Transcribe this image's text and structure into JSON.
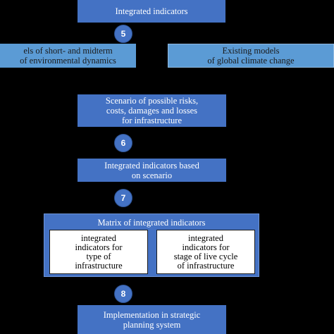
{
  "nodes": {
    "integrated_indicators": "Integrated indicators",
    "short_midterm_models": "els of short- and midterm\nof environmental dynamics",
    "existing_models": "Existing models\nof global climate change",
    "scenario": "Scenario of possible risks,\ncosts, damages and losses\nfor infrastructure",
    "indicators_on_scenario": "Integrated indicators based\non scenario",
    "matrix_title": "Matrix of integrated indicators",
    "matrix_left": "integrated\nindicators for\ntype of\ninfrastructure",
    "matrix_right": "integrated\nindicators for\nstage of live cycle\nof infrastructure",
    "implementation": "Implementation in strategic\nplanning system"
  },
  "steps": [
    "5",
    "6",
    "7",
    "8"
  ]
}
